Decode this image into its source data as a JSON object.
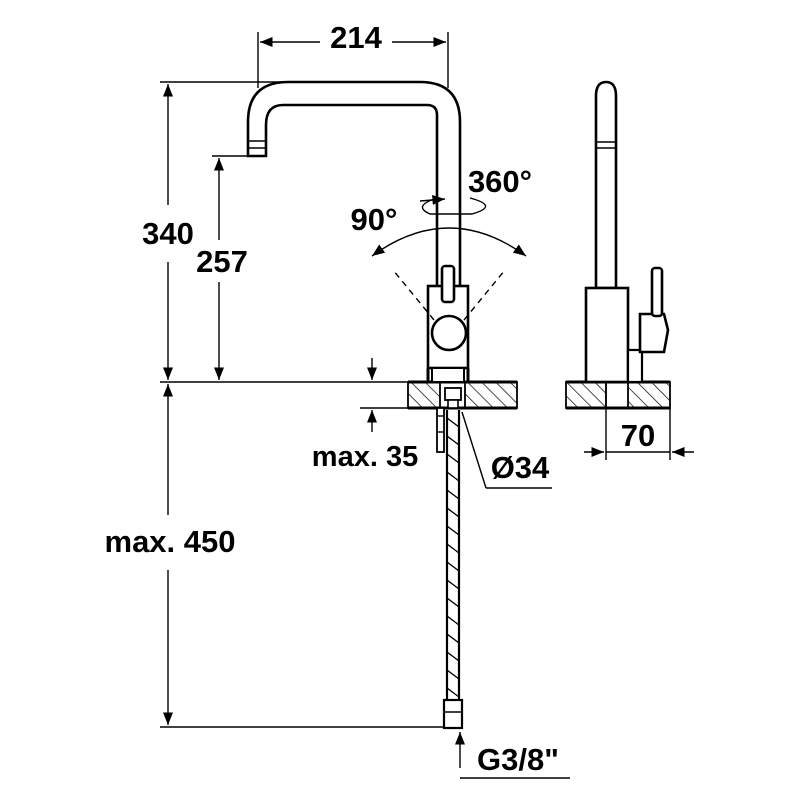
{
  "dimensions": {
    "spout_reach": "214",
    "total_height": "340",
    "outlet_height": "257",
    "rotation_angle": "360°",
    "lever_angle": "90°",
    "max_counter_thickness": "max. 35",
    "hole_diameter": "Ø34",
    "hose_length": "max. 450",
    "connection_thread": "G3/8\"",
    "depth": "70"
  },
  "colors": {
    "line": "#000000",
    "background": "#ffffff"
  }
}
